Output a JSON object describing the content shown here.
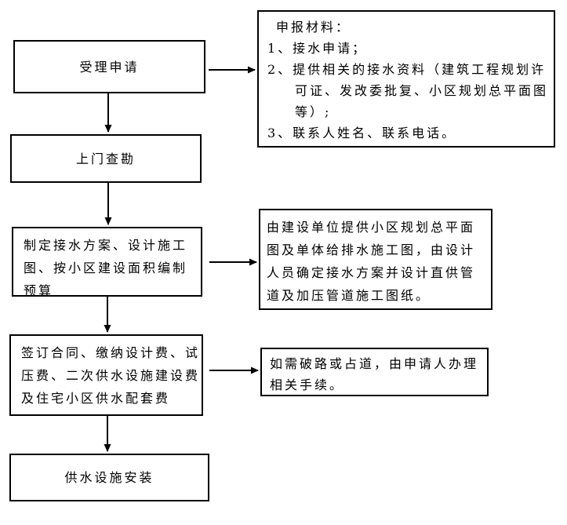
{
  "flowchart": {
    "steps": {
      "accept": {
        "lines": [
          "受理申请"
        ]
      },
      "survey": {
        "lines": [
          "上门查勘"
        ]
      },
      "plan": {
        "lines": [
          "制定接水方案、设计施工",
          "图、按小区建设面积编制",
          "预算"
        ]
      },
      "contract": {
        "lines": [
          "签订合同、缴纳设计费、试",
          "压费、二次供水设施建设费",
          "及住宅小区供水配套费"
        ]
      },
      "install": {
        "lines": [
          "供水设施安装"
        ]
      }
    },
    "notes": {
      "materials": {
        "lines": [
          "申报材料：",
          "1、接水申请；",
          "2、提供相关的接水资料（建筑工程规划许",
          "可证、发改委批复、小区规划总平面图",
          "等）;",
          "3、联系人姓名、联系电话。"
        ]
      },
      "design": {
        "lines": [
          "由建设单位提供小区规划总平面",
          "图及单体给排水施工图，由设计",
          "人员确定接水方案并设计直供管",
          "道及加压管道施工图纸。"
        ]
      },
      "road": {
        "lines": [
          "如需破路或占道，由申请人办理",
          "相关手续。"
        ]
      }
    },
    "colors": {
      "border": "#000000",
      "arrow": "#000000",
      "background": "#ffffff",
      "text": "#000000"
    }
  }
}
